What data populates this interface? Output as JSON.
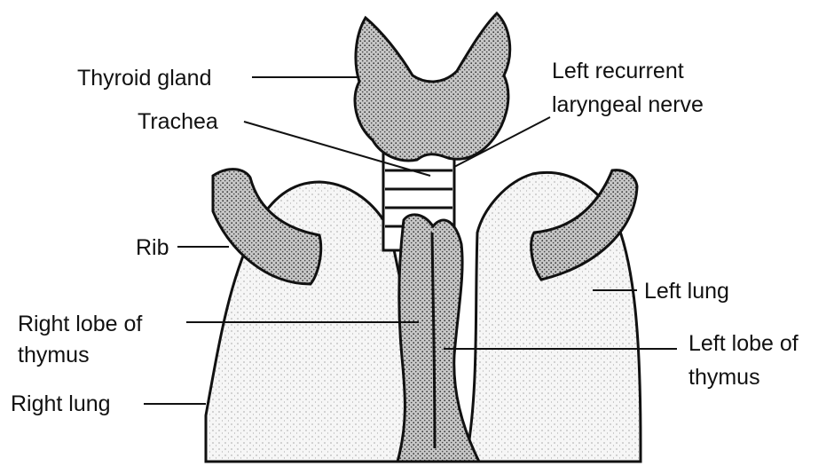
{
  "labels": {
    "thyroid_gland": "Thyroid gland",
    "trachea": "Trachea",
    "left_recurrent_line1": "Left recurrent",
    "left_recurrent_line2": "laryngeal nerve",
    "rib": "Rib",
    "left_lung": "Left lung",
    "right_lobe_line1": "Right lobe of",
    "right_lobe_line2": "thymus",
    "left_lobe_line1": "Left lobe of",
    "left_lobe_line2": "thymus",
    "right_lung": "Right lung"
  },
  "colors": {
    "ink": "#111111",
    "stipple_dense": "#9a9a9a",
    "stipple_light": "#e9e9e9",
    "background": "#ffffff"
  }
}
